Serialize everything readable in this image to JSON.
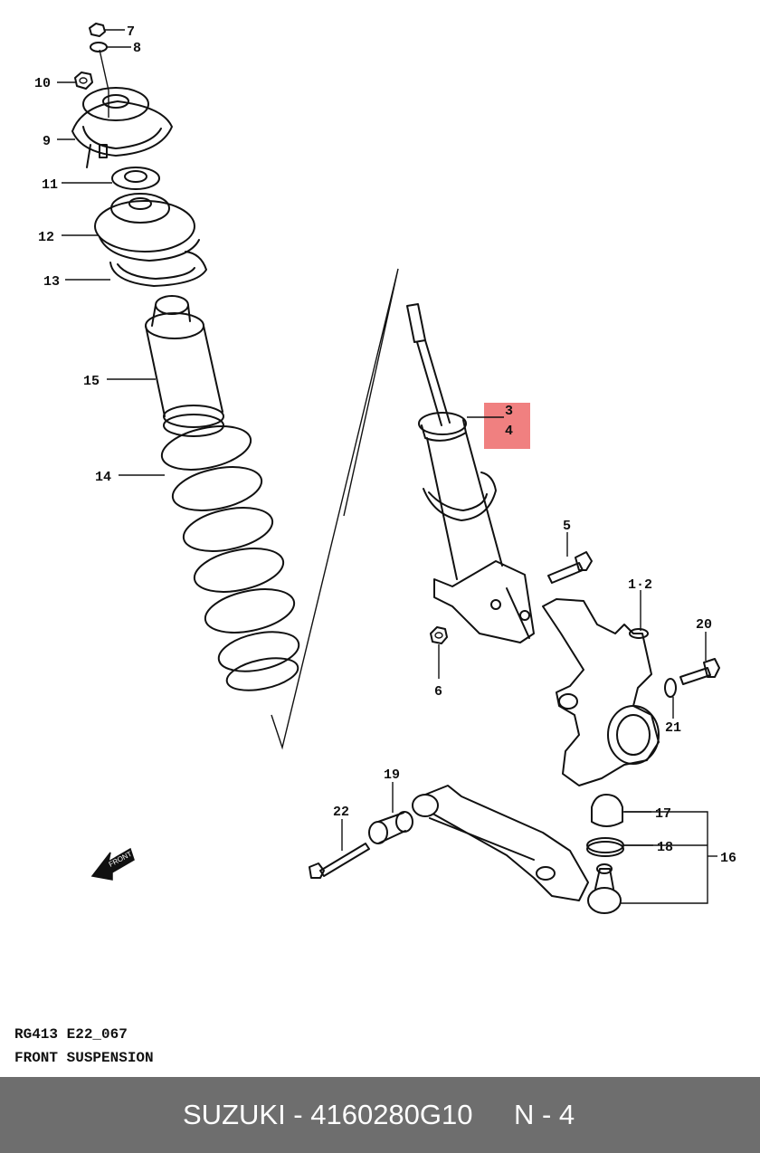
{
  "diagram": {
    "callouts": {
      "c1_2": "1·2",
      "c3": "3",
      "c4": "4",
      "c5": "5",
      "c6": "6",
      "c7": "7",
      "c8": "8",
      "c9": "9",
      "c10": "10",
      "c11": "11",
      "c12": "12",
      "c13": "13",
      "c14": "14",
      "c15": "15",
      "c16": "16",
      "c17": "17",
      "c18": "18",
      "c19": "19",
      "c20": "20",
      "c21": "21",
      "c22": "22"
    },
    "highlight_color": "#f08080",
    "front_arrow_label": "FRONT"
  },
  "caption": {
    "code": "RG413  E22_067",
    "title": "FRONT SUSPENSION"
  },
  "footer": {
    "part_text": "SUZUKI - 4160280G10",
    "page_text": "N - 4",
    "background": "#6e6e6e"
  }
}
